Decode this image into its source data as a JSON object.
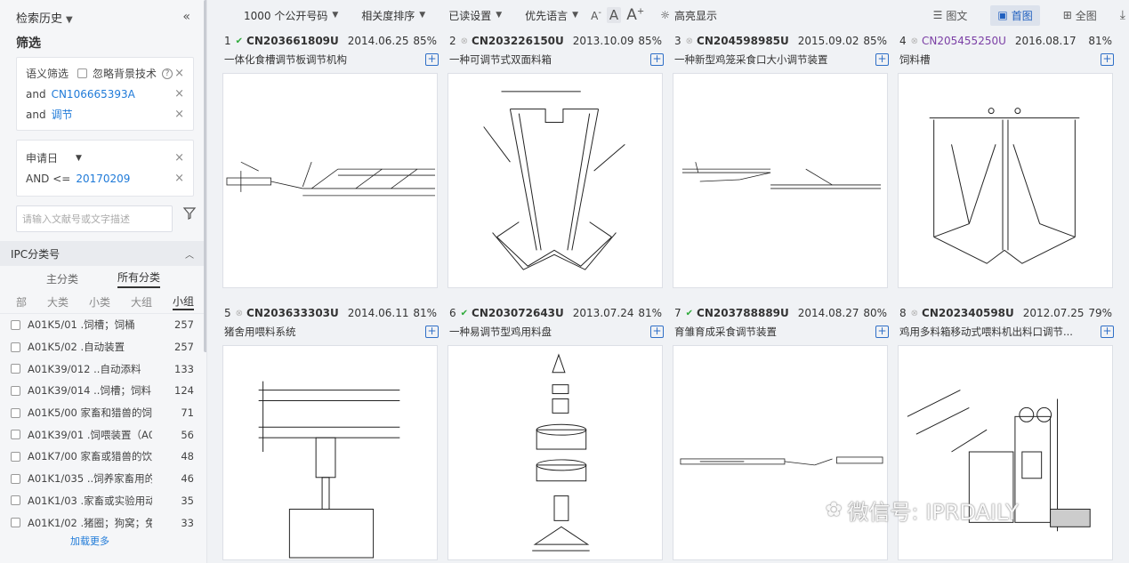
{
  "sidebar": {
    "history": "检索历史",
    "filter_title": "筛选",
    "semantic_label": "语义筛选",
    "ignore_bg": "忽略背景技术",
    "cond1_op": "and",
    "cond1_val": "CN106665393A",
    "cond2_op": "and",
    "cond2_val": "调节",
    "date_label": "申请日",
    "date_op": "AND <=",
    "date_val": "20170209",
    "input_placeholder": "请输入文献号或文字描述",
    "ipc_title": "IPC分类号",
    "ipc_tabs": [
      "主分类",
      "所有分类"
    ],
    "levels": [
      "部",
      "大类",
      "小类",
      "大组",
      "小组"
    ],
    "ipc_items": [
      {
        "code": "A01K5/01 .饲槽；饲桶",
        "count": "257"
      },
      {
        "code": "A01K5/02 .自动装置",
        "count": "257"
      },
      {
        "code": "A01K39/012 ..自动添料",
        "count": "133"
      },
      {
        "code": "A01K39/014 ..饲槽；饲料...",
        "count": "124"
      },
      {
        "code": "A01K5/00 家畜和猎兽的饲...",
        "count": "71"
      },
      {
        "code": "A01K39/01 .饲喂装置（A0...",
        "count": "56"
      },
      {
        "code": "A01K7/00 家畜或猎兽的饮...",
        "count": "48"
      },
      {
        "code": "A01K1/035 ..饲养家畜用的...",
        "count": "46"
      },
      {
        "code": "A01K1/03 .家畜或实验用动...",
        "count": "35"
      },
      {
        "code": "A01K1/02 .猪圈；狗窝；兔...",
        "count": "33"
      }
    ],
    "load_more": "加载更多"
  },
  "toolbar": {
    "count": "1000 个公开号码",
    "sort": "相关度排序",
    "read": "已读设置",
    "lang": "优先语言",
    "font_small": "A",
    "font_mid": "A",
    "font_large": "A",
    "font_plus": "+",
    "font_minus": "-",
    "highlight": "高亮显示",
    "view_text": "图文",
    "view_first": "首图",
    "view_all": "全图"
  },
  "results": [
    {
      "n": "1",
      "status": "✔",
      "pn": "CN203661809U",
      "date": "2014.06.25",
      "pct": "85%",
      "title": "一体化食槽调节板调节机构"
    },
    {
      "n": "2",
      "status": "⊗",
      "pn": "CN203226150U",
      "date": "2013.10.09",
      "pct": "85%",
      "title": "一种可调节式双面料箱"
    },
    {
      "n": "3",
      "status": "⊗",
      "pn": "CN204598985U",
      "date": "2015.09.02",
      "pct": "85%",
      "title": "一种新型鸡笼采食口大小调节装置"
    },
    {
      "n": "4",
      "status": "⊗",
      "pn": "CN205455250U",
      "date": "2016.08.17",
      "pct": "81%",
      "title": "饲料槽"
    },
    {
      "n": "5",
      "status": "⊗",
      "pn": "CN203633303U",
      "date": "2014.06.11",
      "pct": "81%",
      "title": "猪舍用喂料系统"
    },
    {
      "n": "6",
      "status": "✔",
      "pn": "CN203072643U",
      "date": "2013.07.24",
      "pct": "81%",
      "title": "一种易调节型鸡用料盘"
    },
    {
      "n": "7",
      "status": "✔",
      "pn": "CN203788889U",
      "date": "2014.08.27",
      "pct": "80%",
      "title": "育雏育成采食调节装置"
    },
    {
      "n": "8",
      "status": "⊗",
      "pn": "CN202340598U",
      "date": "2012.07.25",
      "pct": "79%",
      "title": "鸡用多料箱移动式喂料机出料口调节..."
    }
  ],
  "add_symbol": "+",
  "watermark": "微信号: IPRDAILY",
  "colors": {
    "link": "#1f7ad8",
    "status_ok": "#2eaa3a",
    "visited": "#7b3fa5"
  }
}
